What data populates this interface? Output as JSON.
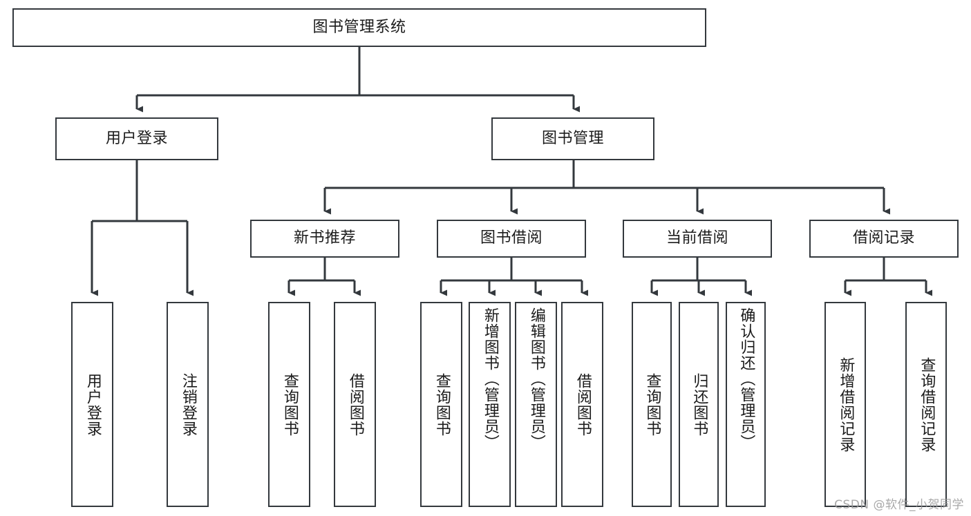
{
  "diagram": {
    "type": "tree-hierarchy-diagram",
    "title": "图书管理系统",
    "watermark": "CSDN @软件_小贺同学",
    "colors": {
      "box_border": "#33383d",
      "box_fill": "#ffffff",
      "connector": "#33383d",
      "text": "#1b1b1b",
      "watermark": "#9a9a9a",
      "background": "#ffffff"
    },
    "root": {
      "label": "图书管理系统",
      "orientation": "horizontal"
    },
    "level2": [
      {
        "label": "用户登录",
        "orientation": "horizontal"
      },
      {
        "label": "图书管理",
        "orientation": "horizontal"
      }
    ],
    "level3": [
      {
        "label": "新书推荐",
        "orientation": "horizontal",
        "parent": "图书管理"
      },
      {
        "label": "图书借阅",
        "orientation": "horizontal",
        "parent": "图书管理"
      },
      {
        "label": "当前借阅",
        "orientation": "horizontal",
        "parent": "图书管理"
      },
      {
        "label": "借阅记录",
        "orientation": "horizontal",
        "parent": "图书管理"
      }
    ],
    "leaves": [
      {
        "label": "用户登录",
        "parent": "用户登录",
        "orientation": "vertical"
      },
      {
        "label": "注销登录",
        "parent": "用户登录",
        "orientation": "vertical"
      },
      {
        "label": "查询图书",
        "parent": "新书推荐",
        "orientation": "vertical"
      },
      {
        "label": "借阅图书",
        "parent": "新书推荐",
        "orientation": "vertical"
      },
      {
        "label": "查询图书",
        "parent": "图书借阅",
        "orientation": "vertical"
      },
      {
        "label": "新增图书（管理员）",
        "parent": "图书借阅",
        "orientation": "vertical"
      },
      {
        "label": "编辑图书（管理员）",
        "parent": "图书借阅",
        "orientation": "vertical"
      },
      {
        "label": "借阅图书",
        "parent": "图书借阅",
        "orientation": "vertical"
      },
      {
        "label": "查询图书",
        "parent": "当前借阅",
        "orientation": "vertical"
      },
      {
        "label": "归还图书",
        "parent": "当前借阅",
        "orientation": "vertical"
      },
      {
        "label": "确认归还（管理员）",
        "parent": "当前借阅",
        "orientation": "vertical"
      },
      {
        "label": "新增借阅记录",
        "parent": "借阅记录",
        "orientation": "vertical"
      },
      {
        "label": "查询借阅记录",
        "parent": "借阅记录",
        "orientation": "vertical"
      }
    ]
  }
}
